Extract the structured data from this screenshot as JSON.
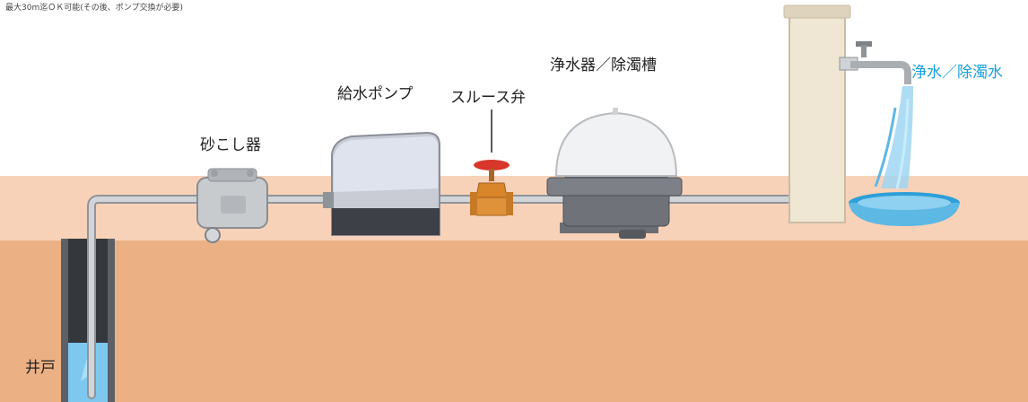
{
  "note": "最大30m迄ＯＫ可能(その後、ポンプ交換が必要)",
  "labels": {
    "well": "井戸",
    "sand_filter": "砂こし器",
    "pump": "給水ポンプ",
    "valve": "スルース弁",
    "purifier": "浄水器／除濁槽",
    "output": "浄水／除濁水"
  },
  "colors": {
    "sky": "#ffffff",
    "ground_band": "#f8d2b8",
    "soil": "#ebb184",
    "water": "#7ec8ef",
    "output_label": "#1aa0dc",
    "valve_handle": "#d8372b",
    "valve_body": "#d9862a",
    "pipe": "#b8bcc1"
  }
}
